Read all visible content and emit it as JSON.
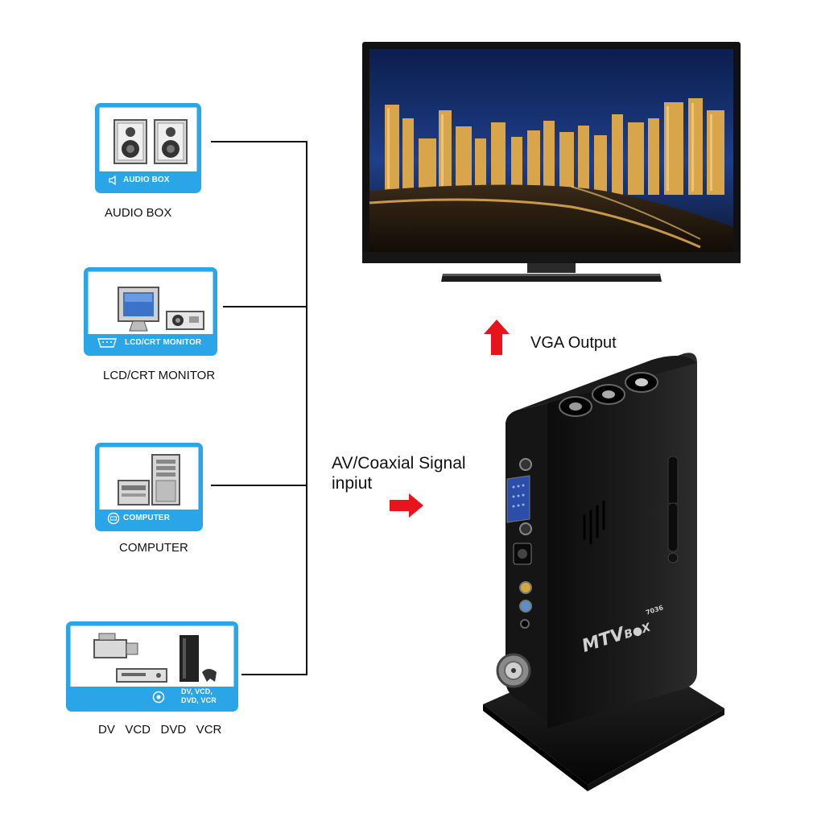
{
  "devices": [
    {
      "caption": "AUDIO BOX",
      "strip_label": "AUDIO BOX",
      "icon": "speakers-icon"
    },
    {
      "caption": "LCD/CRT MONITOR",
      "strip_label": "LCD/CRT MONITOR",
      "icon": "monitor-projector-icon"
    },
    {
      "caption": "COMPUTER",
      "strip_label": "COMPUTER",
      "icon": "computer-icon"
    },
    {
      "caption": "DV   VCD   DVD   VCR",
      "strip_label_line1": "DV, VCD,",
      "strip_label_line2": "DVD, VCR",
      "icon": "video-devices-icon"
    }
  ],
  "labels": {
    "vga_output": "VGA Output",
    "av_input_line1": "AV/Coaxial Signal",
    "av_input_line2": "inpiut"
  },
  "product": {
    "brand_main": "MTV",
    "brand_box": "B●X",
    "model": "7036"
  },
  "colors": {
    "card_border": "#29a5e8",
    "arrow": "#e8141c"
  }
}
